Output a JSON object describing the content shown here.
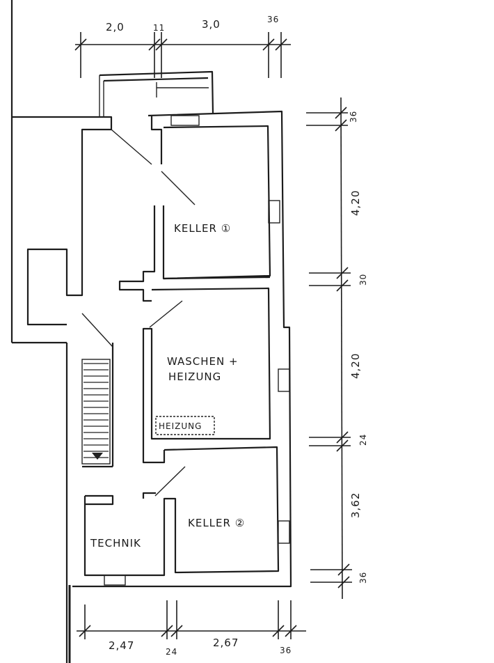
{
  "rooms": {
    "keller1": "KELLER ①",
    "waschen_line1": "WASCHEN +",
    "waschen_line2": "HEIZUNG",
    "heizung_unit": "HEIZUNG",
    "keller2": "KELLER ②",
    "technik": "TECHNIK"
  },
  "dimensions": {
    "top": [
      "2,0",
      "11",
      "3,0",
      "36"
    ],
    "right": [
      "36",
      "4,20",
      "30",
      "4,20",
      "24",
      "3,62",
      "36"
    ],
    "bottom": [
      "2,47",
      "24",
      "2,67",
      "36"
    ]
  }
}
